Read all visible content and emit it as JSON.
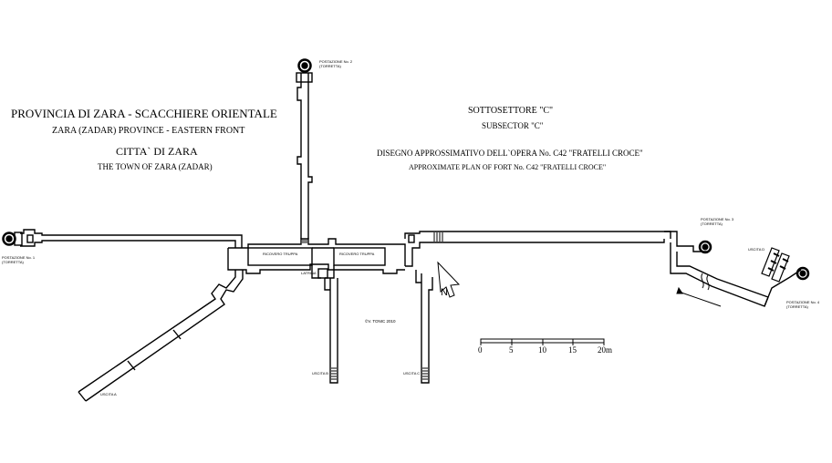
{
  "left_header": {
    "title": "PROVINCIA DI ZARA - SCACCHIERE ORIENTALE",
    "subtitle": "ZARA (ZADAR) PROVINCE - EASTERN FRONT",
    "city": "CITTA` DI ZARA",
    "city_en": "THE TOWN OF ZARA (ZADAR)"
  },
  "right_header": {
    "sector": "SOTTOSETTORE \"C\"",
    "sector_en": "SUBSECTOR \"C\"",
    "plan": "DISEGNO APPROSSIMATIVO DELL`OPERA No.  C42 \"FRATELLI CROCE\"",
    "plan_en": "APPROXIMATE PLAN OF  FORT No. C42 \"FRATELLI CROCE\""
  },
  "labels": {
    "post_1": "POSTAZIONE No. 1",
    "post_1_sub": "(TORRETTA)",
    "post_2": "POSTAZIONE No. 2",
    "post_2_sub": "(TORRETTA)",
    "post_3": "POSTAZIONE No. 3",
    "post_3_sub": "(TORRETTA)",
    "post_4": "POSTAZIONE No. 4",
    "post_4_sub": "(TORRETTA)",
    "ricovero_1": "RICOVERO TRUPPA",
    "ricovero_2": "RICOVERO TRUPPA",
    "latrina": "LATRINA",
    "uscita_a": "USCITA A",
    "uscita_b": "USCITA B",
    "uscita_c": "USCITA C",
    "uscita_d": "USCITA D",
    "credit": "©V. TONIC 2010"
  },
  "scale_bar": {
    "ticks": [
      "0",
      "5",
      "10",
      "15",
      "20m"
    ]
  },
  "compass": {
    "letter": "N"
  },
  "colors": {
    "ink": "#000000",
    "paper": "#ffffff"
  }
}
